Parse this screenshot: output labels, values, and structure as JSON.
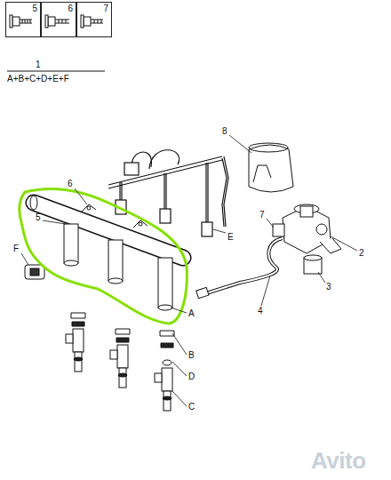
{
  "diagram": {
    "nodes": [
      {
        "text": [
          "5"
        ]
      },
      {
        "text": [
          "6"
        ]
      },
      {
        "text": [
          "7"
        ]
      }
    ],
    "labels": [
      "1",
      "A+B+C+D+E+F",
      "8",
      "6",
      "5",
      "E",
      "7",
      "2",
      "F",
      "3",
      "4",
      "A",
      "B",
      "D",
      "C",
      "Avito"
    ]
  }
}
